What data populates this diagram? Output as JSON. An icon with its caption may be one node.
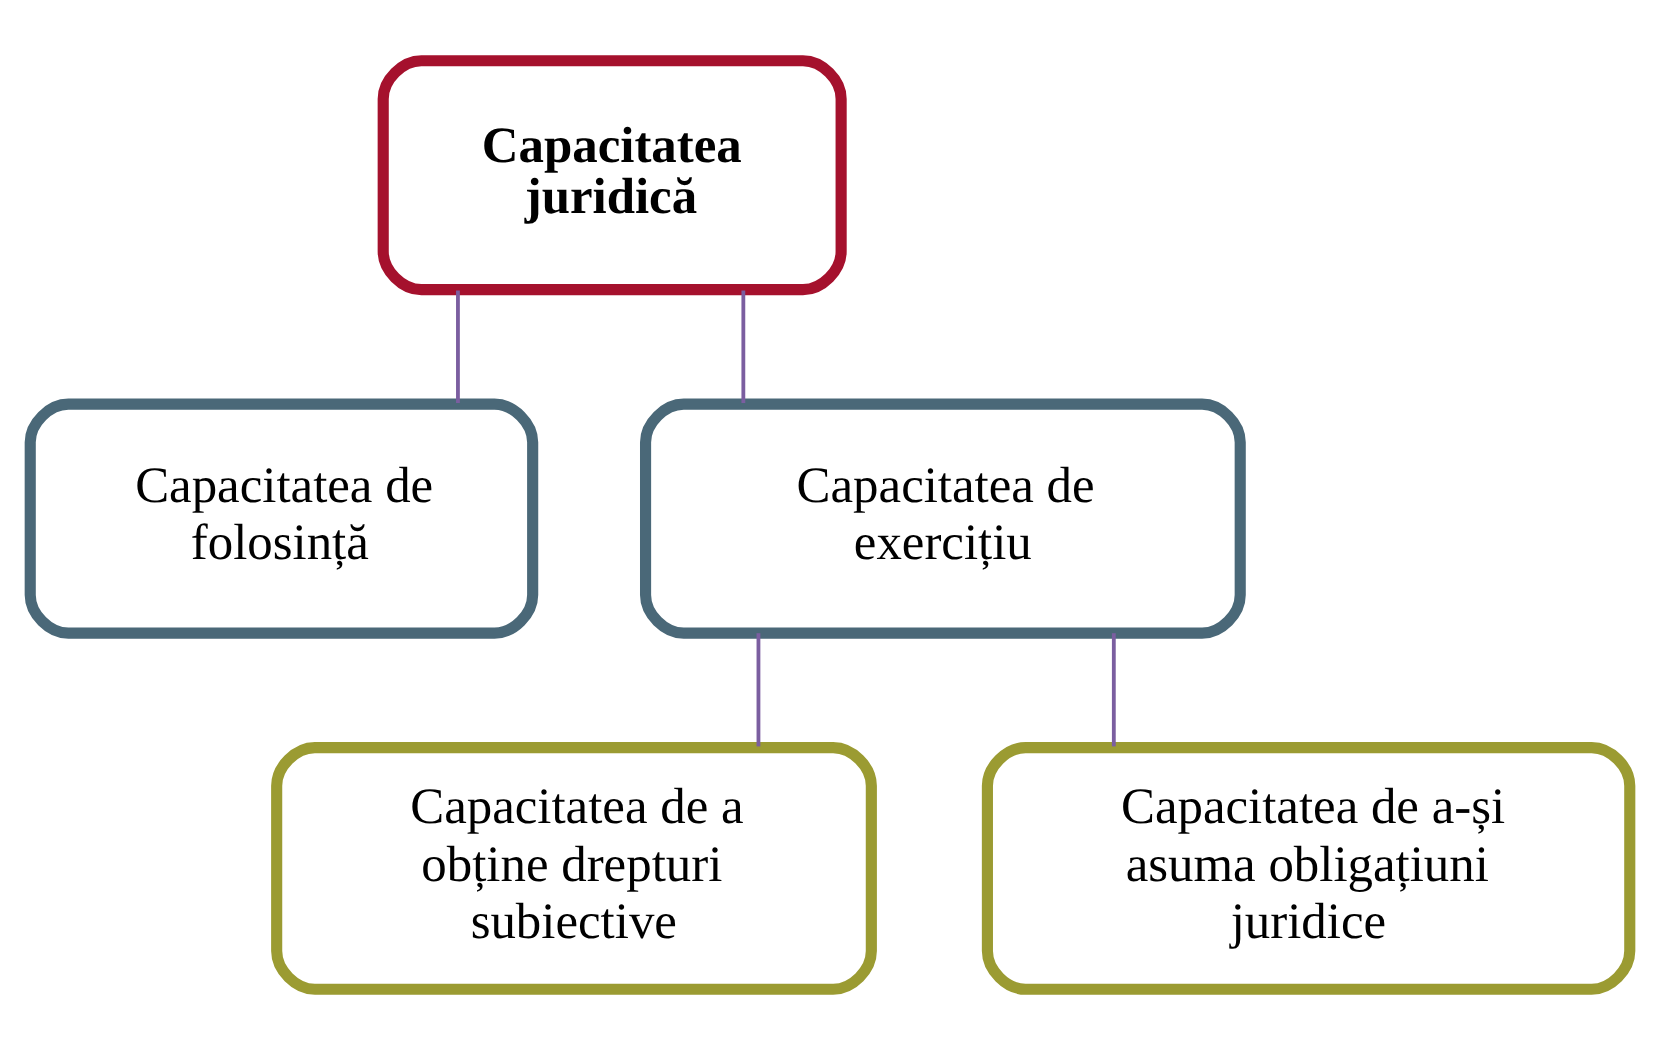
{
  "diagram": {
    "nodes": [
      {
        "text": [
          "Capacitatea juridică"
        ]
      },
      {
        "text": [
          "Capacitatea de folosință"
        ]
      },
      {
        "text": [
          "Capacitatea de exercițiu"
        ]
      },
      {
        "text": [
          "Capacitatea de a obține drepturi subiective"
        ]
      },
      {
        "text": [
          "Capacitatea de a-și asuma obligațiuni juridice"
        ]
      }
    ],
    "edges": [
      {
        "from": 0,
        "to": 1,
        "arrow": "none"
      },
      {
        "from": 0,
        "to": 2,
        "arrow": "none"
      },
      {
        "from": 2,
        "to": 3,
        "arrow": "none"
      },
      {
        "from": 2,
        "to": 4,
        "arrow": "none"
      }
    ]
  }
}
